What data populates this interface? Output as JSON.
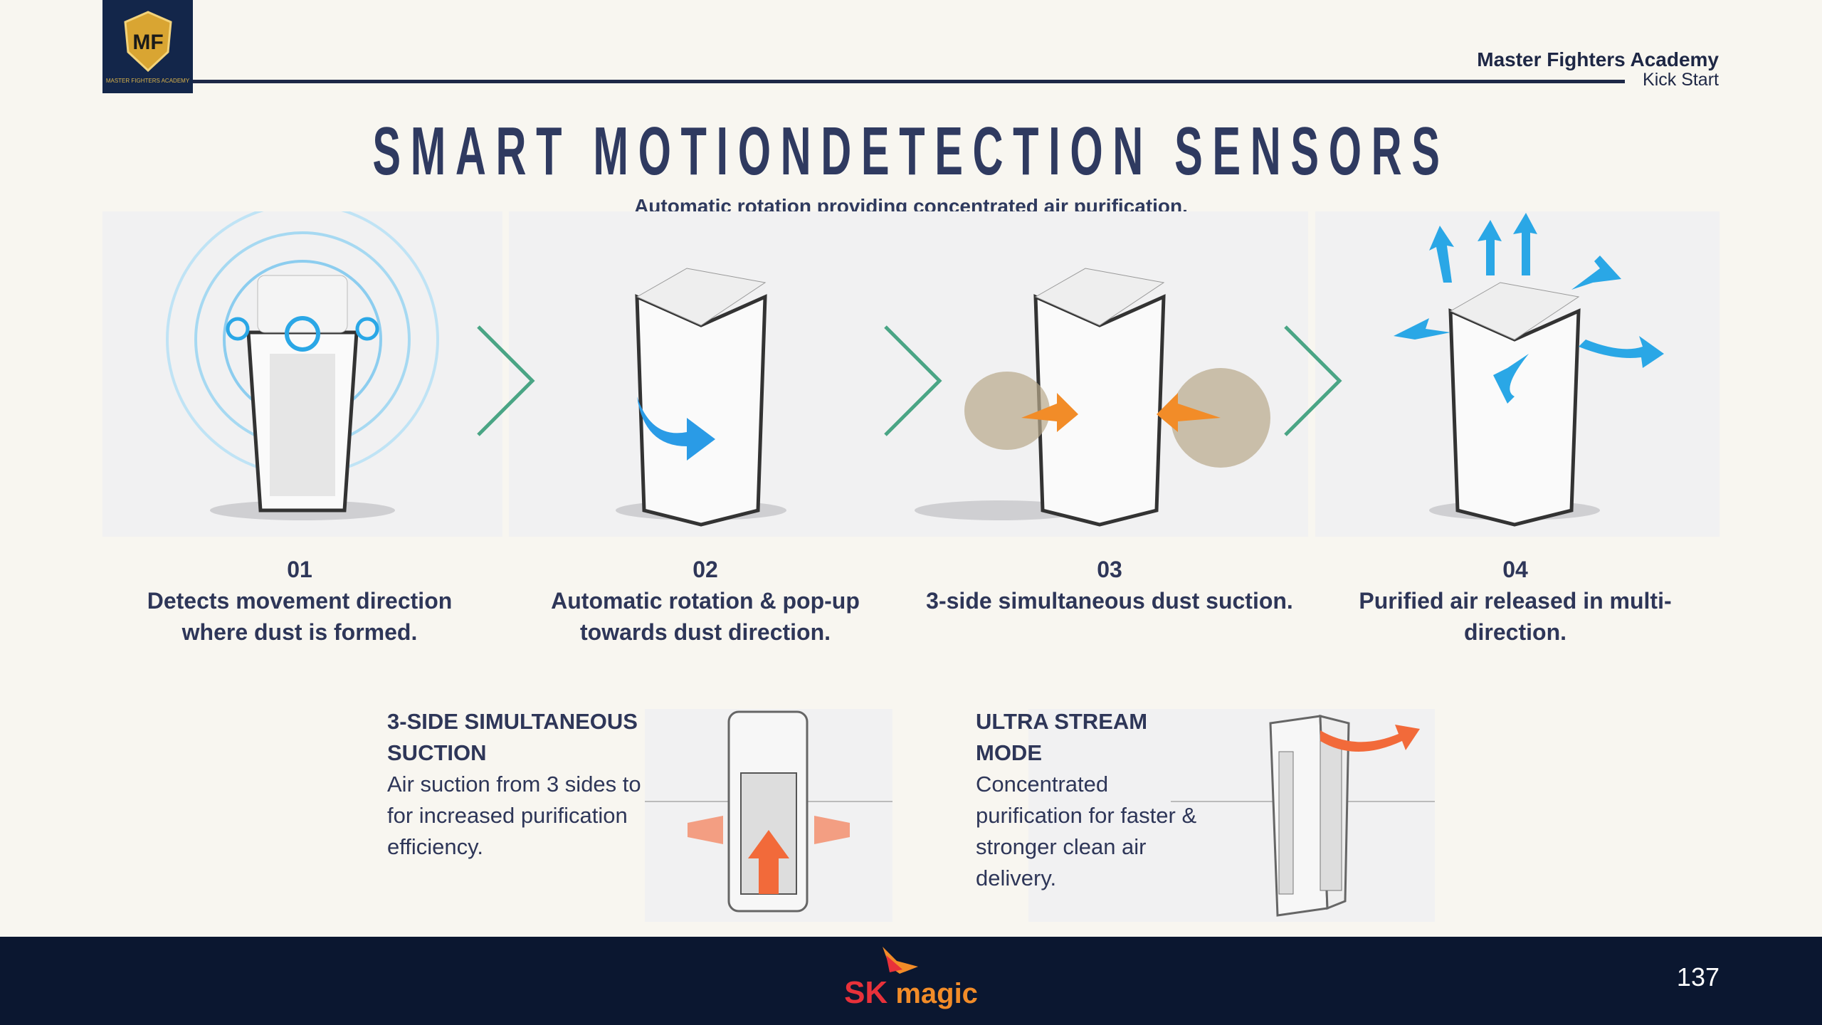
{
  "header": {
    "logo_text": "MASTER FIGHTERS ACADEMY",
    "logo_monogram": "MF",
    "brand": "Master Fighters Academy",
    "subbrand": "Kick Start"
  },
  "title": "SMART MOTIONDETECTION SENSORS",
  "subtitle": "Automatic rotation providing concentrated air purification.",
  "steps": [
    {
      "num": "01",
      "text": "Detects movement direction where dust is formed."
    },
    {
      "num": "02",
      "text": "Automatic rotation & pop-up towards dust direction."
    },
    {
      "num": "03",
      "text": "3-side simultaneous dust suction."
    },
    {
      "num": "04",
      "text": "Purified air released in multi-direction."
    }
  ],
  "features": [
    {
      "heading": "3-SIDE SIMULTANEOUS SUCTION",
      "body": "Air suction from 3 sides to for increased purification efficiency."
    },
    {
      "heading": "ULTRA STREAM MODE",
      "body": "Concentrated purification for faster & stronger clean air delivery."
    }
  ],
  "footer": {
    "logo_text": "SK magic",
    "page_number": "137"
  },
  "colors": {
    "background": "#f8f6f0",
    "navy": "#0b1730",
    "title": "#2f3a60",
    "chevron": "#4aa585",
    "arrow_blue": "#29a3e6",
    "arrow_orange": "#f06a3a"
  }
}
